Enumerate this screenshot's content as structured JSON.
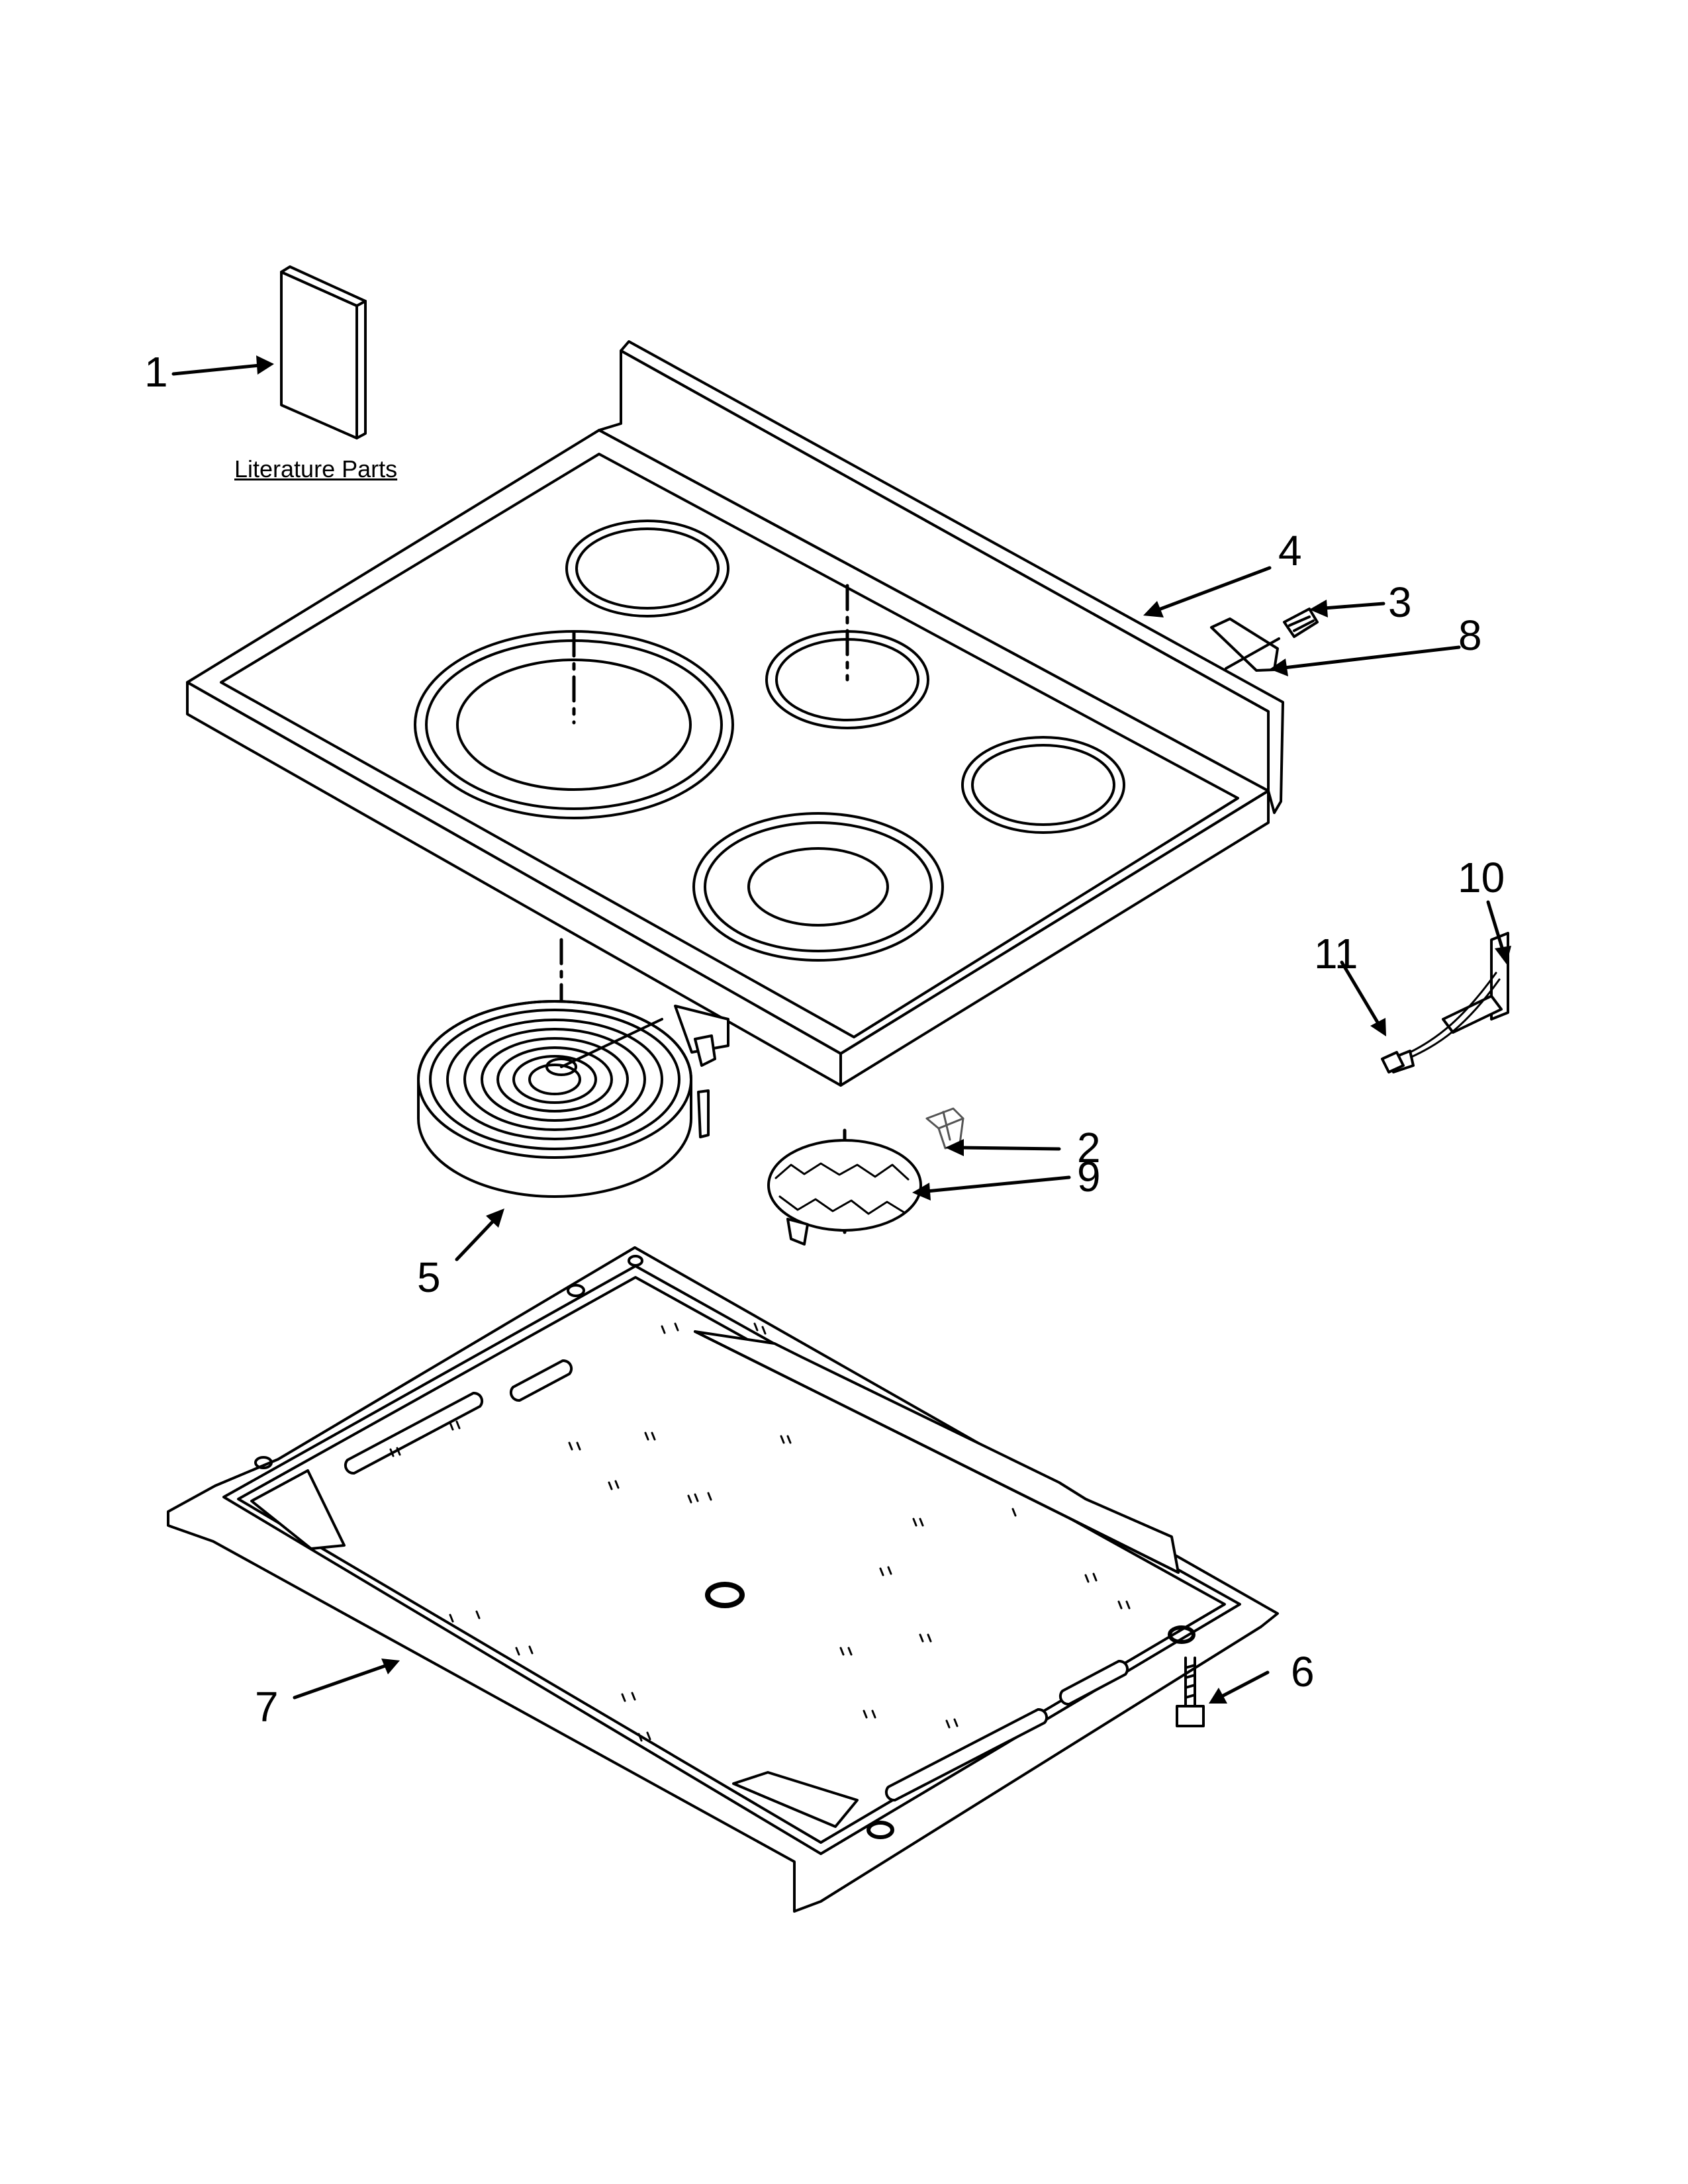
{
  "caption": "Literature Parts",
  "callouts": [
    "1",
    "2",
    "3",
    "4",
    "5",
    "6",
    "7",
    "8",
    "9",
    "10",
    "11"
  ]
}
